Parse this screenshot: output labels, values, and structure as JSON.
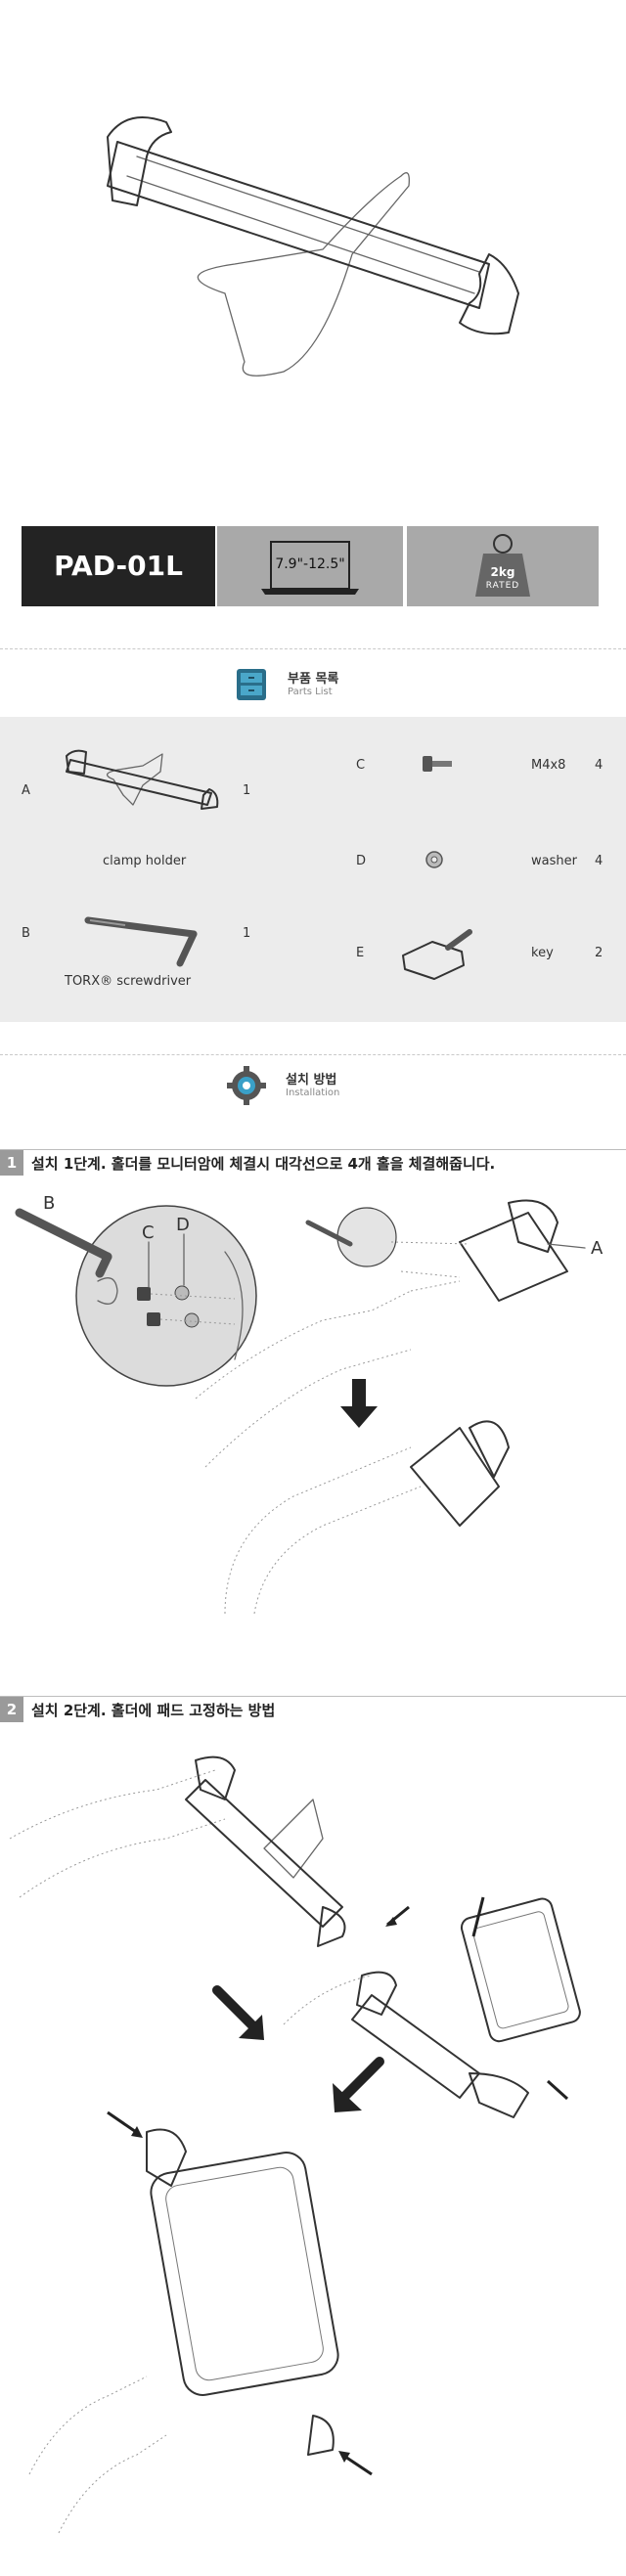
{
  "product": {
    "model": "PAD-01L",
    "size_range": "7.9\"-12.5\"",
    "rating_weight": "2kg",
    "rating_label": "RATED"
  },
  "parts": {
    "title": "부품 목록",
    "subtitle": "Parts List",
    "items": [
      {
        "letter": "A",
        "name": "clamp holder",
        "qty": "1"
      },
      {
        "letter": "B",
        "name": "TORX® screwdriver",
        "qty": "1"
      },
      {
        "letter": "C",
        "name": "M4x8",
        "qty": "4"
      },
      {
        "letter": "D",
        "name": "washer",
        "qty": "4"
      },
      {
        "letter": "E",
        "name": "key",
        "qty": "2"
      }
    ]
  },
  "installation": {
    "title": "설치 방법",
    "subtitle": "Installation"
  },
  "steps": [
    {
      "num": "1",
      "text": "설치 1단계. 홀더를 모니터암에 체결시 대각선으로 4개 홀을 체결해줍니다.",
      "labels": [
        "B",
        "C",
        "D",
        "A"
      ]
    },
    {
      "num": "2",
      "text": "설치 2단계. 홀더에 패드 고정하는 방법"
    }
  ],
  "colors": {
    "dark_box": "#232323",
    "gray_box": "#a9a9a9",
    "parts_bg": "#ececec"
  }
}
